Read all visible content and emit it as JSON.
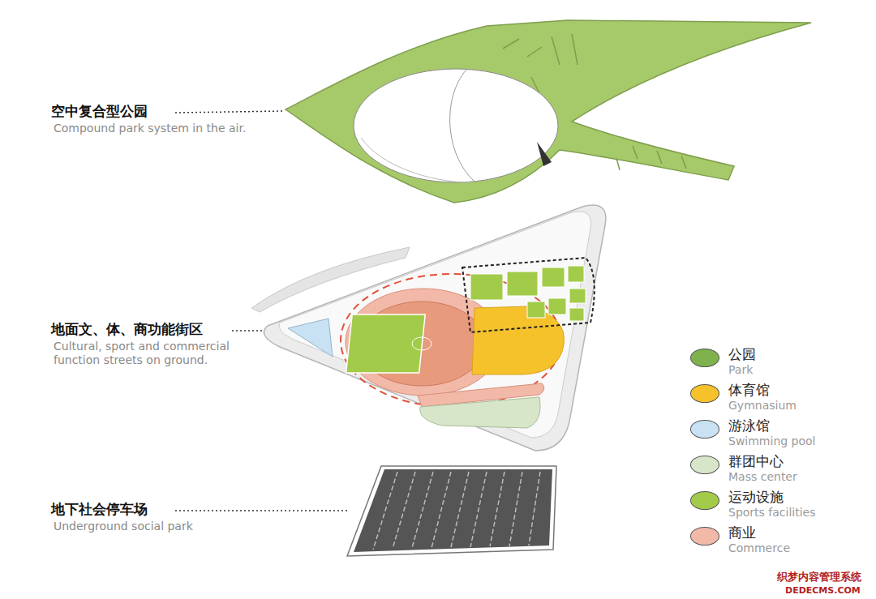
{
  "diagram": {
    "labels": [
      "空中复合型公园",
      "Compound park system in the air.",
      "地面文、体、商功能街区",
      "Cultural, sport and commercial function streets on ground.",
      "地下社会停车场",
      "Underground social park",
      "Park",
      "Gymnasium",
      "Swimming pool",
      "Mass center",
      "Sports facilities",
      "Commerce",
      "织梦内容管理系统",
      "DEDECMS.COM"
    ],
    "legend": [
      {
        "text": "公园",
        "color": "#7fb24c"
      },
      {
        "text": "体育馆",
        "color": "#f5c22c"
      },
      {
        "text": "游泳馆",
        "color": "#c9e2f3"
      },
      {
        "text": "群团中心",
        "color": "#d7e5c9"
      },
      {
        "text": "运动设施",
        "color": "#a3cb4a"
      },
      {
        "text": "商业",
        "color": "#f3b9a8"
      }
    ]
  }
}
